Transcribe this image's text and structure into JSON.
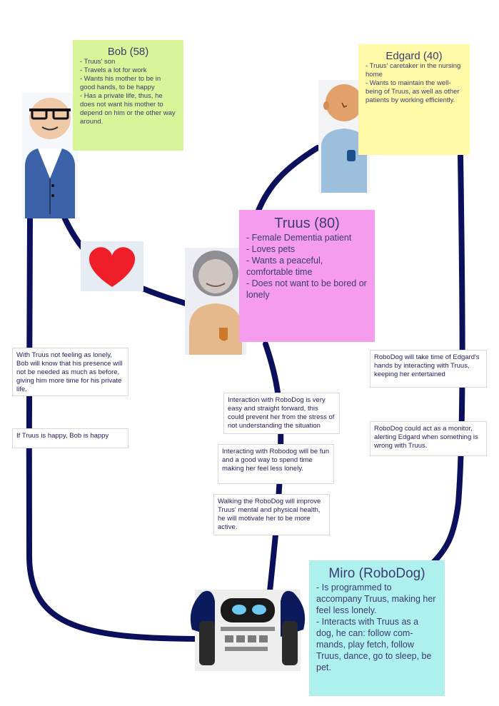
{
  "personas": {
    "bob": {
      "title": "Bob (58)",
      "items": [
        "- Truus' son",
        "- Travels a lot for work",
        "- Wants his mother to be in good hands, to be happy",
        "- Has a private life, thus, he does not want his mother to depend on him or the other way around."
      ]
    },
    "edgard": {
      "title": "Edgard (40)",
      "items": [
        "- Truus' caretaker in the nursing home",
        "- Wants to maintain the well-being of Truus, as well as other patients by working efficiently."
      ]
    },
    "truus": {
      "title": "Truus (80)",
      "items": [
        "- Female Dementia patient",
        "- Loves pets",
        "- Wants a peaceful, comfortable time",
        "- Does not want to be bored or lonely"
      ]
    },
    "miro": {
      "title": "Miro (RoboDog)",
      "items": [
        "- Is programmed to accompany Truus, making her feel less lonely.",
        "- Interacts with Truus as a dog, he can: follow com-mands, play fetch, follow Truus, dance, go to sleep, be pet."
      ]
    }
  },
  "notes": {
    "bob_lonely": "With Truus not feeling as lonely, Bob will know that his presence will not be needed as much as before, giving him more time for his private life.",
    "bob_happy": "If Truus is happy, Bob is happy",
    "truus_easy": "Interaction with RoboDog is very easy and straight forward, this could prevent her from the stress of not understanding the situation",
    "truus_fun": "Interacting with Robodog will be fun and a good way to spend time making her feel less lonely.",
    "truus_walk": "Walking the RoboDog will improve Truus' mental and physical health, he will motivate her to be more active.",
    "edgard_time": "RoboDog will take time of Edgard's hands by interacting with Truus, keeping her entertained",
    "edgard_monitor": "RoboDog could act as a monitor, alerting Edgard when something is wrong with Truus."
  },
  "colors": {
    "connector": "#0b0f5c",
    "bob_note": "#d9f59a",
    "edgard_note": "#fff9a8",
    "truus_note": "#f59cef",
    "miro_note": "#aef0ee",
    "heart": "#f01e28"
  },
  "icons": [
    "bob-figure",
    "edgard-figure",
    "truus-figure",
    "heart-icon",
    "robodog-figure"
  ]
}
